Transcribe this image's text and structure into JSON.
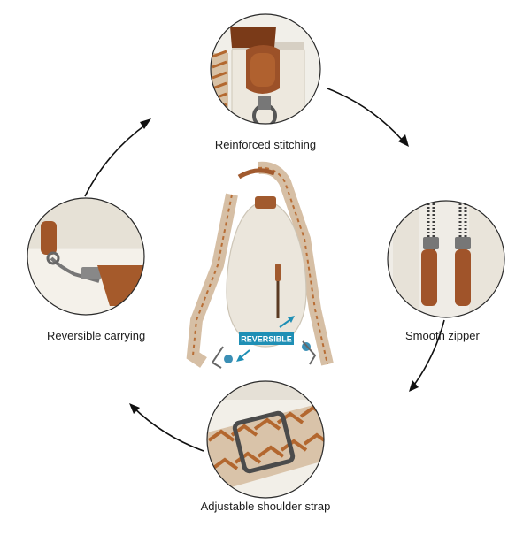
{
  "features": {
    "top": "Reinforced stitching",
    "left": "Reversible carrying",
    "right": "Smooth zipper",
    "bottom": "Adjustable shoulder strap"
  },
  "badge": "REVERSIBLE",
  "colors": {
    "leather_cream": "#ece6da",
    "leather_brown": "#a65a2c",
    "strap_beige": "#d9c2a8",
    "badge_blue": "#1f8fb5",
    "hardware": "#6b6b6b",
    "cycle_line": "#111111"
  }
}
